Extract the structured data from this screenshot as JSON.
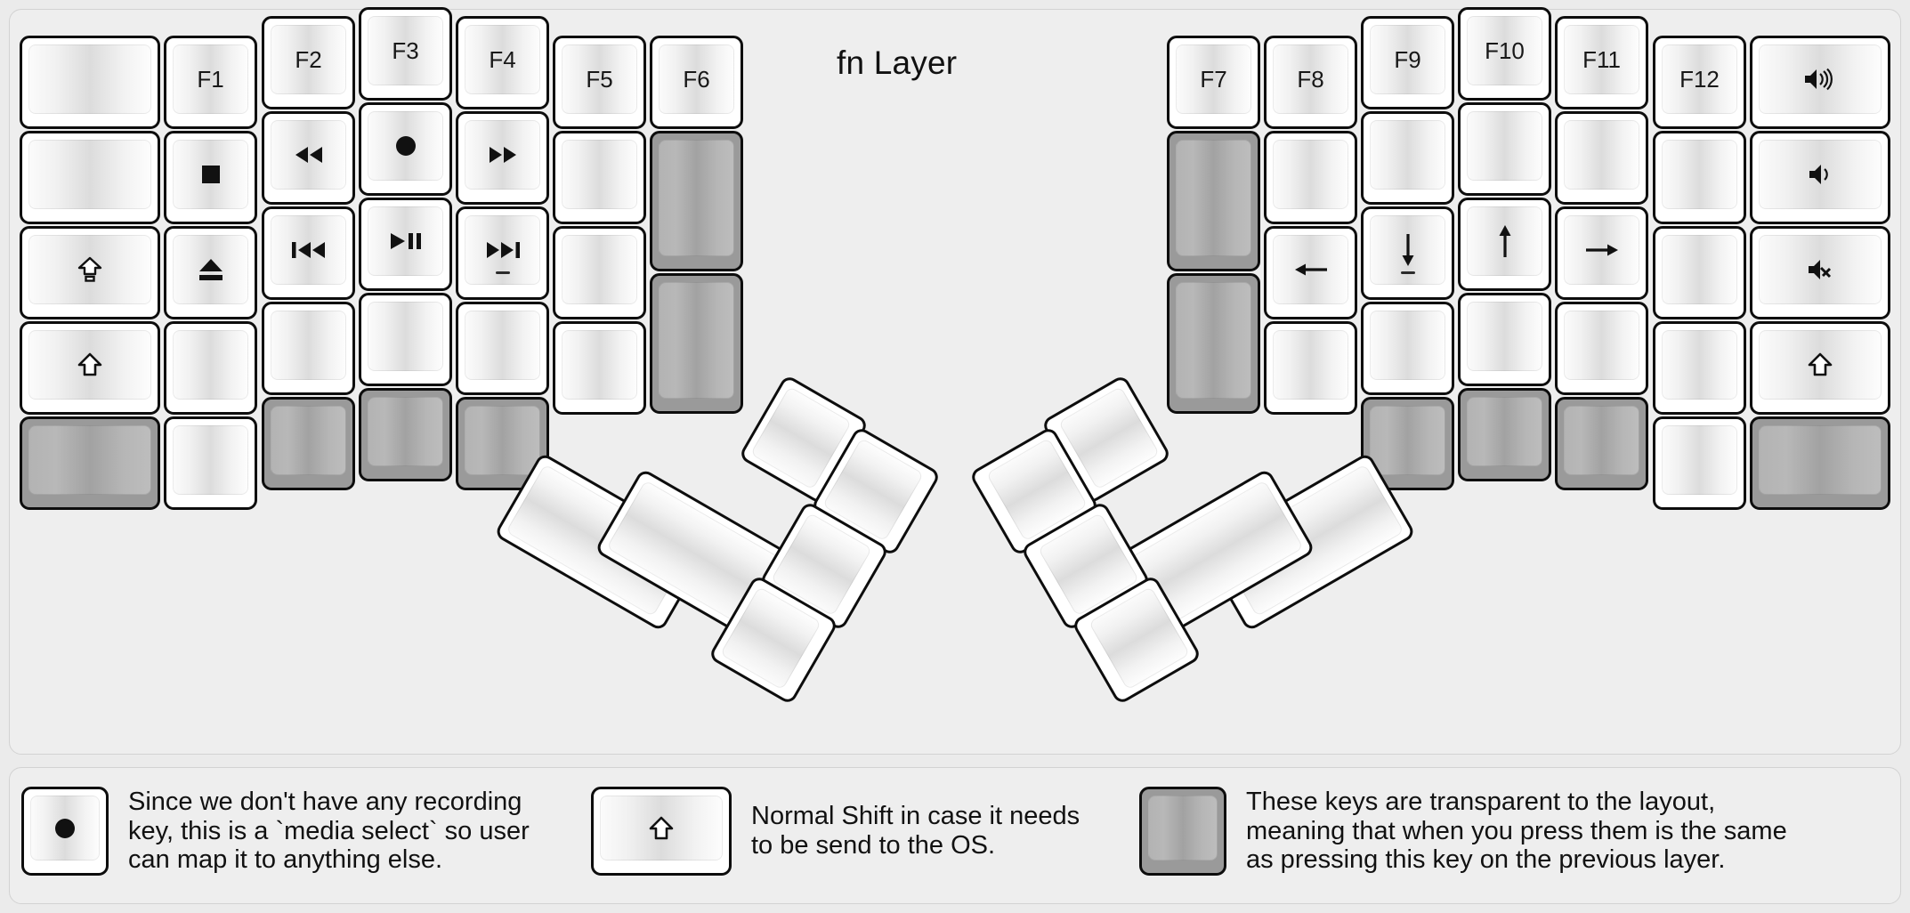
{
  "title": "fn Layer",
  "colors": {
    "background": "#ebebeb",
    "panel": "#eeeeee",
    "key_face": "#ffffff",
    "key_outline": "#0d0d0d",
    "transparent_key": "#9a9a9a"
  },
  "left_half": {
    "columns": [
      {
        "name": "col-pinky-outer",
        "keys": [
          {
            "label": "",
            "icon": "",
            "style": "normal"
          },
          {
            "label": "",
            "icon": "",
            "style": "normal"
          },
          {
            "label": "",
            "icon": "caps-lock-icon",
            "style": "normal"
          },
          {
            "label": "",
            "icon": "shift-icon",
            "style": "normal"
          },
          {
            "label": "",
            "icon": "",
            "style": "transparent"
          }
        ]
      },
      {
        "name": "col-pinky",
        "keys": [
          {
            "label": "F1",
            "icon": "",
            "style": "normal"
          },
          {
            "label": "",
            "icon": "media-stop-icon",
            "style": "normal"
          },
          {
            "label": "",
            "icon": "media-eject-icon",
            "style": "normal"
          },
          {
            "label": "",
            "icon": "",
            "style": "normal"
          },
          {
            "label": "",
            "icon": "",
            "style": "normal"
          }
        ]
      },
      {
        "name": "col-ring",
        "keys": [
          {
            "label": "F2",
            "icon": "",
            "style": "normal"
          },
          {
            "label": "",
            "icon": "media-rewind-icon",
            "style": "normal"
          },
          {
            "label": "",
            "icon": "media-prev-track-icon",
            "style": "normal"
          },
          {
            "label": "",
            "icon": "",
            "style": "normal"
          },
          {
            "label": "",
            "icon": "",
            "style": "transparent"
          }
        ]
      },
      {
        "name": "col-middle",
        "keys": [
          {
            "label": "F3",
            "icon": "",
            "style": "normal"
          },
          {
            "label": "",
            "icon": "media-record-icon",
            "style": "normal"
          },
          {
            "label": "",
            "icon": "media-play-pause-icon",
            "style": "normal"
          },
          {
            "label": "",
            "icon": "",
            "style": "normal"
          },
          {
            "label": "",
            "icon": "",
            "style": "transparent"
          }
        ]
      },
      {
        "name": "col-index",
        "keys": [
          {
            "label": "F4",
            "icon": "",
            "style": "normal"
          },
          {
            "label": "",
            "icon": "media-fast-forward-icon",
            "style": "normal"
          },
          {
            "label": "",
            "icon": "media-next-track-icon",
            "style": "normal",
            "homing": true
          },
          {
            "label": "",
            "icon": "",
            "style": "normal"
          },
          {
            "label": "",
            "icon": "",
            "style": "transparent"
          }
        ]
      },
      {
        "name": "col-index-inner",
        "keys": [
          {
            "label": "F5",
            "icon": "",
            "style": "normal"
          },
          {
            "label": "",
            "icon": "",
            "style": "normal"
          },
          {
            "label": "",
            "icon": "",
            "style": "normal"
          },
          {
            "label": "",
            "icon": "",
            "style": "normal"
          }
        ]
      },
      {
        "name": "col-inner",
        "keys": [
          {
            "label": "F6",
            "icon": "",
            "style": "normal"
          },
          {
            "label": "",
            "icon": "",
            "style": "transparent",
            "tall": true
          },
          {
            "label": "",
            "icon": "",
            "style": "transparent",
            "tall": true
          }
        ]
      }
    ],
    "thumb_cluster": [
      {
        "name": "thumb-big-1",
        "label": "",
        "style": "normal"
      },
      {
        "name": "thumb-big-2",
        "label": "",
        "style": "normal"
      },
      {
        "name": "thumb-small-1",
        "label": "",
        "style": "normal"
      },
      {
        "name": "thumb-small-2",
        "label": "",
        "style": "normal"
      },
      {
        "name": "thumb-small-3",
        "label": "",
        "style": "normal"
      },
      {
        "name": "thumb-small-4",
        "label": "",
        "style": "normal"
      }
    ]
  },
  "right_half": {
    "columns": [
      {
        "name": "col-inner",
        "keys": [
          {
            "label": "F7",
            "icon": "",
            "style": "normal"
          },
          {
            "label": "",
            "icon": "",
            "style": "transparent",
            "tall": true
          },
          {
            "label": "",
            "icon": "",
            "style": "transparent",
            "tall": true
          }
        ]
      },
      {
        "name": "col-index-inner",
        "keys": [
          {
            "label": "F8",
            "icon": "",
            "style": "normal"
          },
          {
            "label": "",
            "icon": "",
            "style": "normal"
          },
          {
            "label": "",
            "icon": "arrow-left-icon",
            "style": "normal"
          },
          {
            "label": "",
            "icon": "",
            "style": "normal"
          }
        ]
      },
      {
        "name": "col-index",
        "keys": [
          {
            "label": "F9",
            "icon": "",
            "style": "normal"
          },
          {
            "label": "",
            "icon": "",
            "style": "normal"
          },
          {
            "label": "",
            "icon": "arrow-down-icon",
            "style": "normal",
            "homing": true
          },
          {
            "label": "",
            "icon": "",
            "style": "normal"
          },
          {
            "label": "",
            "icon": "",
            "style": "transparent"
          }
        ]
      },
      {
        "name": "col-middle",
        "keys": [
          {
            "label": "F10",
            "icon": "",
            "style": "normal"
          },
          {
            "label": "",
            "icon": "",
            "style": "normal"
          },
          {
            "label": "",
            "icon": "arrow-up-icon",
            "style": "normal"
          },
          {
            "label": "",
            "icon": "",
            "style": "normal"
          },
          {
            "label": "",
            "icon": "",
            "style": "transparent"
          }
        ]
      },
      {
        "name": "col-ring",
        "keys": [
          {
            "label": "F11",
            "icon": "",
            "style": "normal"
          },
          {
            "label": "",
            "icon": "",
            "style": "normal"
          },
          {
            "label": "",
            "icon": "arrow-right-icon",
            "style": "normal"
          },
          {
            "label": "",
            "icon": "",
            "style": "normal"
          },
          {
            "label": "",
            "icon": "",
            "style": "transparent"
          }
        ]
      },
      {
        "name": "col-pinky",
        "keys": [
          {
            "label": "F12",
            "icon": "",
            "style": "normal"
          },
          {
            "label": "",
            "icon": "",
            "style": "normal"
          },
          {
            "label": "",
            "icon": "",
            "style": "normal"
          },
          {
            "label": "",
            "icon": "",
            "style": "normal"
          },
          {
            "label": "",
            "icon": "",
            "style": "normal"
          }
        ]
      },
      {
        "name": "col-pinky-outer",
        "keys": [
          {
            "label": "",
            "icon": "volume-up-icon",
            "style": "normal"
          },
          {
            "label": "",
            "icon": "volume-down-icon",
            "style": "normal"
          },
          {
            "label": "",
            "icon": "volume-mute-icon",
            "style": "normal"
          },
          {
            "label": "",
            "icon": "shift-icon",
            "style": "normal"
          },
          {
            "label": "",
            "icon": "",
            "style": "transparent"
          }
        ]
      }
    ],
    "thumb_cluster": [
      {
        "name": "thumb-big-1",
        "label": "",
        "style": "normal"
      },
      {
        "name": "thumb-big-2",
        "label": "",
        "style": "normal"
      },
      {
        "name": "thumb-small-1",
        "label": "",
        "style": "normal"
      },
      {
        "name": "thumb-small-2",
        "label": "",
        "style": "normal"
      },
      {
        "name": "thumb-small-3",
        "label": "",
        "style": "normal"
      },
      {
        "name": "thumb-small-4",
        "label": "",
        "style": "normal"
      }
    ]
  },
  "legend_items": [
    {
      "icon": "media-record-icon",
      "style": "normal",
      "text": "Since we don't have any recording\nkey, this is a `media select` so user\ncan map it to anything else."
    },
    {
      "icon": "shift-icon",
      "style": "normal",
      "text": "Normal Shift in case it needs\nto be send to the OS."
    },
    {
      "icon": "",
      "style": "transparent",
      "text": "These keys are transparent to the layout,\nmeaning that when you press them is the same\nas pressing this key on the previous layer."
    }
  ]
}
